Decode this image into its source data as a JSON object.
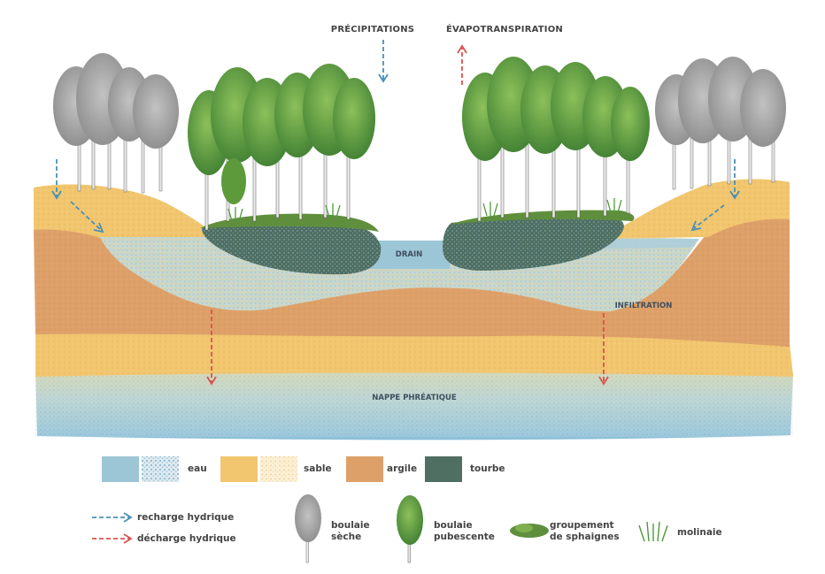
{
  "labels": {
    "precipitations": "PRÉCIPITATIONS",
    "evapotranspiration": "ÉVAPOTRANSPIRATION",
    "drain": "DRAIN",
    "infiltration": "INFILTRATION",
    "nappe": "NAPPE PHRÉATIQUE"
  },
  "legend": {
    "eau": "eau",
    "sable": "sable",
    "argile": "argile",
    "tourbe": "tourbe",
    "recharge": "recharge hydrique",
    "decharge": "décharge hydrique",
    "boulaie_seche_1": "boulaie",
    "boulaie_seche_2": "sèche",
    "boulaie_pub_1": "boulaie",
    "boulaie_pub_2": "pubescente",
    "sphaignes_1": "groupement",
    "sphaignes_2": "de sphaignes",
    "molinaie": "molinaie"
  },
  "colors": {
    "water": "#9cc6d6",
    "sand": "#f1c66f",
    "clay": "#dea069",
    "peat": "#4f6f63",
    "recharge_arrow": "#4a90b8",
    "discharge_arrow": "#d9534f",
    "dry_tree": "#9a9a9a",
    "green_tree": "#5a9a3c"
  }
}
